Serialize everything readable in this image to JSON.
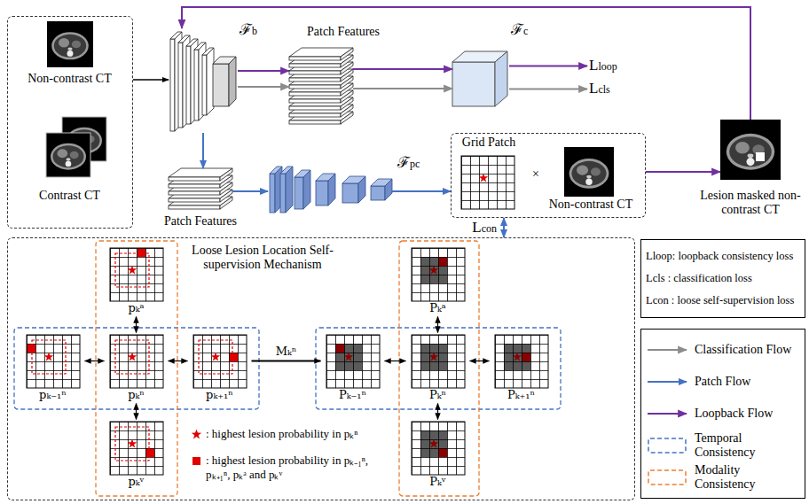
{
  "diagram": {
    "nodes": [
      {
        "text": [
          "Non-contrast CT",
          "Contrast CT"
        ]
      },
      {
        "text": [
          "ℱb"
        ]
      },
      {
        "text": [
          "Patch Features"
        ]
      },
      {
        "text": [
          "ℱc"
        ]
      },
      {
        "text": [
          "Lloop"
        ]
      },
      {
        "text": [
          "Lcls"
        ]
      },
      {
        "text": [
          "Patch Features"
        ]
      },
      {
        "text": [
          "ℱpc"
        ]
      },
      {
        "text": [
          "Grid Patch",
          "×",
          "Non-contrast CT"
        ]
      },
      {
        "text": [
          "Lesion masked non-contrast CT"
        ]
      },
      {
        "text": [
          "Loose Lesion Location Self-supervision Mechanism"
        ]
      },
      {
        "text": [
          "pₖᵃ"
        ],
        "in": 10
      },
      {
        "text": [
          "pₖ₋₁ⁿ"
        ],
        "in": 10
      },
      {
        "text": [
          "pₖⁿ"
        ],
        "in": 10
      },
      {
        "text": [
          "pₖ₊₁ⁿ"
        ],
        "in": 10
      },
      {
        "text": [
          "pₖᵛ"
        ],
        "in": 10
      },
      {
        "text": [
          "Pₖᵃ"
        ],
        "in": 10
      },
      {
        "text": [
          "Pₖ₋₁ⁿ"
        ],
        "in": 10
      },
      {
        "text": [
          "Pₖⁿ"
        ],
        "in": 10
      },
      {
        "text": [
          "Pₖ₊₁ⁿ"
        ],
        "in": 10
      },
      {
        "text": [
          "Pₖᵛ"
        ],
        "in": 10
      }
    ],
    "edges": [
      {
        "from": 0,
        "to": 1,
        "arrow": "to"
      },
      {
        "from": 1,
        "to": 2,
        "arrow": "to"
      },
      {
        "from": 1,
        "to": 2,
        "arrow": "to"
      },
      {
        "from": 2,
        "to": 3,
        "arrow": "to"
      },
      {
        "from": 2,
        "to": 3,
        "arrow": "to"
      },
      {
        "from": 3,
        "to": 4,
        "arrow": "to"
      },
      {
        "from": 3,
        "to": 5,
        "arrow": "to"
      },
      {
        "from": 1,
        "to": 6,
        "arrow": "to"
      },
      {
        "from": 6,
        "to": 7,
        "arrow": "to"
      },
      {
        "from": 7,
        "to": 8,
        "arrow": "to"
      },
      {
        "from": 8,
        "to": 9,
        "arrow": "to"
      },
      {
        "from": 9,
        "to": 1,
        "arrow": "to"
      },
      {
        "from": 8,
        "to": 10,
        "arrow": "both",
        "label": "Lcon"
      },
      {
        "from": 11,
        "to": 13,
        "arrow": "both"
      },
      {
        "from": 12,
        "to": 13,
        "arrow": "both"
      },
      {
        "from": 13,
        "to": 14,
        "arrow": "both"
      },
      {
        "from": 13,
        "to": 15,
        "arrow": "both"
      },
      {
        "from": 14,
        "to": 17,
        "arrow": "to",
        "label": "Mₖⁿ"
      },
      {
        "from": 16,
        "to": 18,
        "arrow": "both"
      },
      {
        "from": 17,
        "to": 18,
        "arrow": "both"
      },
      {
        "from": 18,
        "to": 19,
        "arrow": "both"
      },
      {
        "from": 18,
        "to": 20,
        "arrow": "both"
      }
    ],
    "labels": [
      ": highest lesion probability in pₖⁿ",
      ": highest lesion probability in pₖ₋₁ⁿ, pₖ₊₁ⁿ, pₖᵃ and pₖᵛ"
    ],
    "legend": [
      {
        "text": "Lloop: loopback consistency loss"
      },
      {
        "text": "Lcls : classification loss"
      },
      {
        "text": "Lcon : loose self-supervision loss"
      },
      {
        "text": "Classification Flow"
      },
      {
        "text": "Patch Flow"
      },
      {
        "text": "Loopback Flow"
      },
      {
        "text": "Temporal Consistency"
      },
      {
        "text": "Modality Consistency"
      }
    ]
  }
}
